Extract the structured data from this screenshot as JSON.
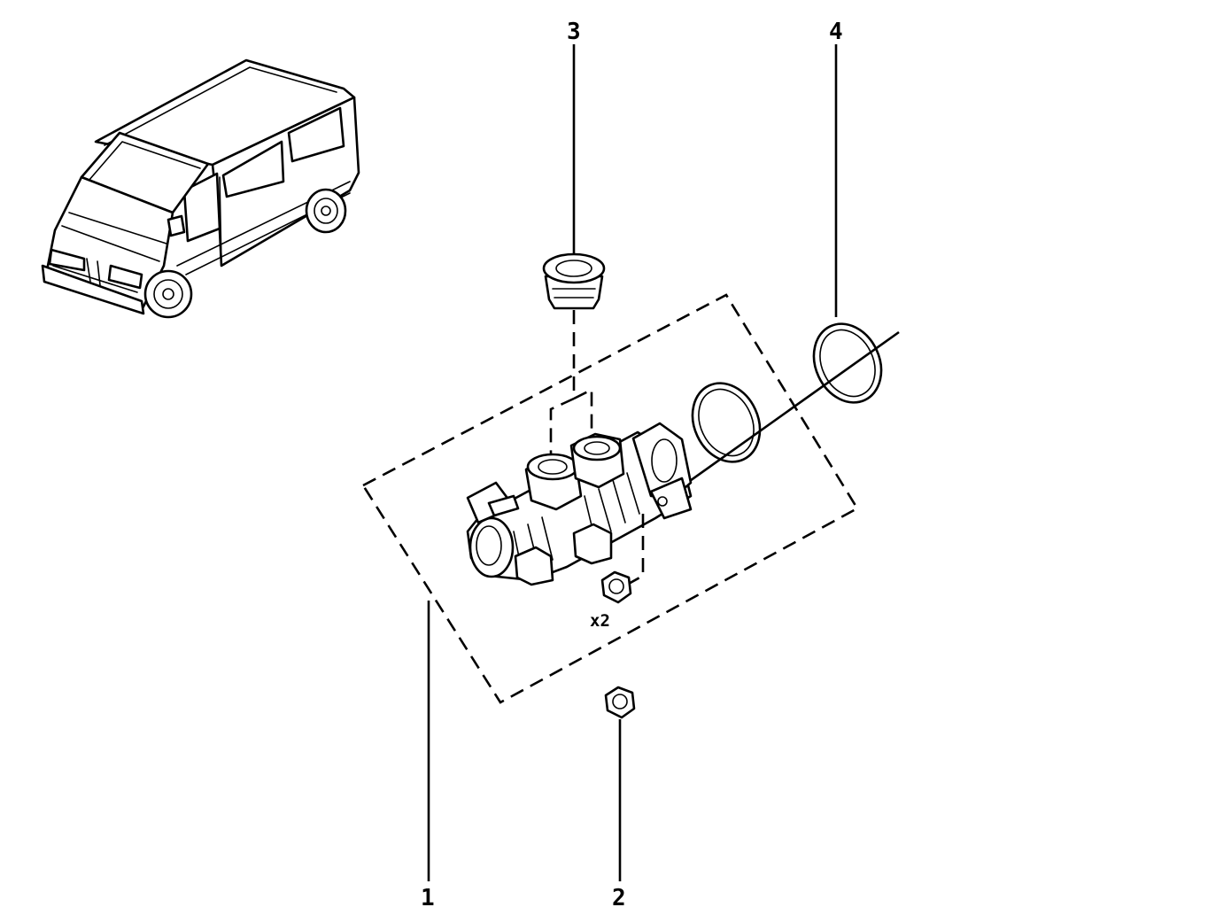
{
  "diagram": {
    "callouts": [
      {
        "id": "1",
        "label": "1",
        "part": "brake-master-cylinder-assembly"
      },
      {
        "id": "2",
        "label": "2",
        "part": "nut"
      },
      {
        "id": "3",
        "label": "3",
        "part": "reservoir-grommet"
      },
      {
        "id": "4",
        "label": "4",
        "part": "o-ring-seal"
      }
    ],
    "quantity_note": "x2",
    "vehicle_icon": "van-illustration"
  }
}
